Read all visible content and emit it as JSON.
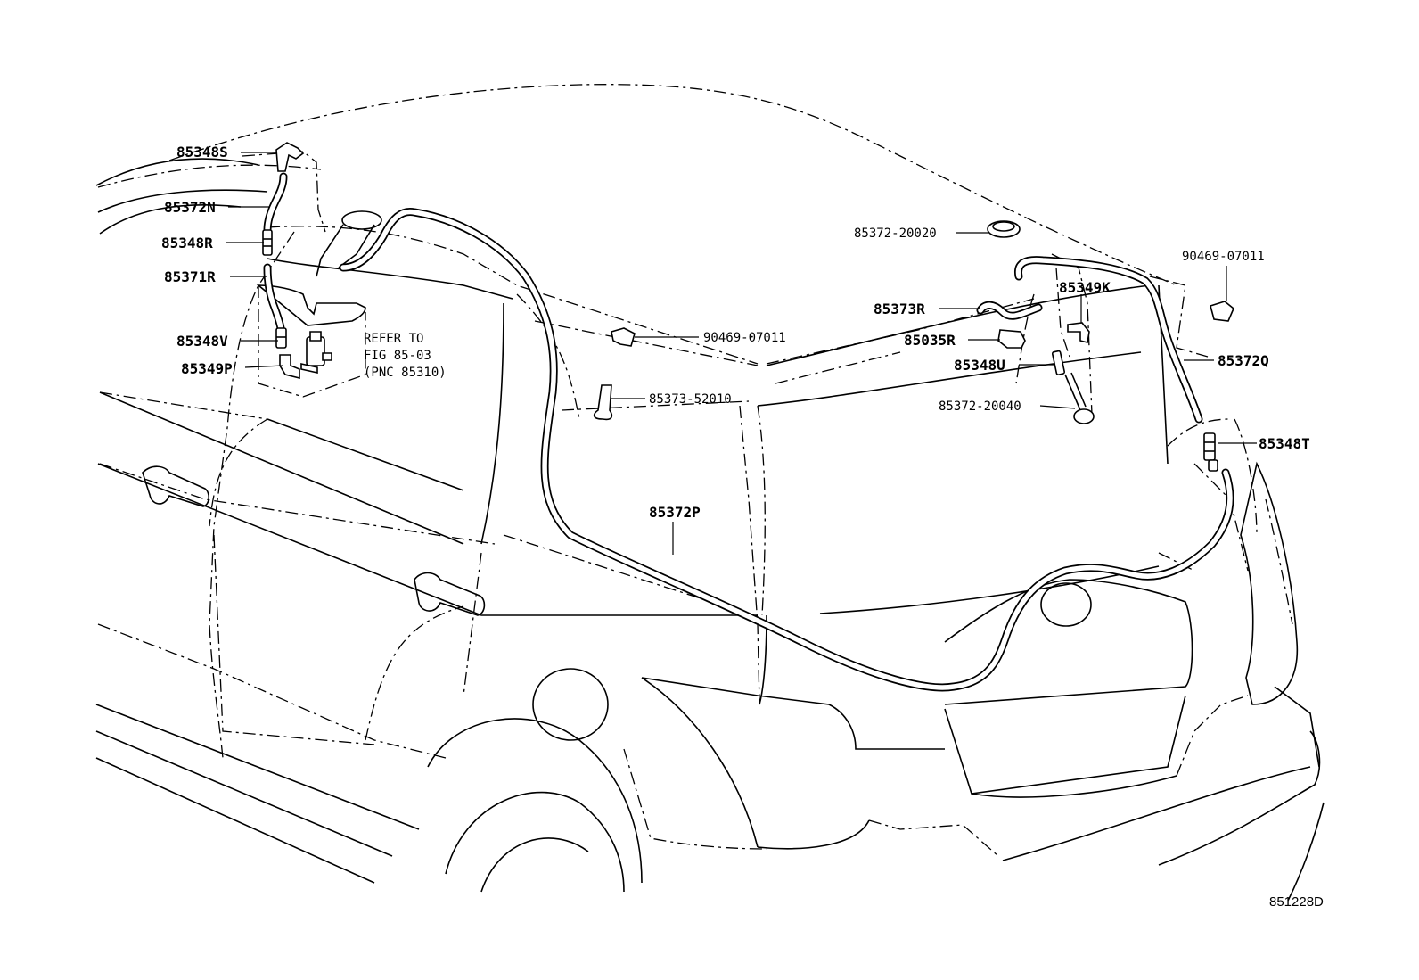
{
  "labels": {
    "p85348S": "85348S",
    "p85372N": "85372N",
    "p85348R": "85348R",
    "p85371R": "85371R",
    "p85348V": "85348V",
    "p85349P": "85349P",
    "p90469_07011_mid": "90469-07011",
    "p85373_52010": "85373-52010",
    "p85372P": "85372P",
    "p85372_20020": "85372-20020",
    "p85373R": "85373R",
    "p85349K": "85349K",
    "p85035R": "85035R",
    "p85348U": "85348U",
    "p85372_20040": "85372-20040",
    "p90469_07011_right": "90469-07011",
    "p85372Q": "85372Q",
    "p85348T": "85348T"
  },
  "refer_note": {
    "line1": "REFER TO",
    "line2": "FIG 85-03",
    "line3": "(PNC 85310)"
  },
  "figure_id": "851228D"
}
